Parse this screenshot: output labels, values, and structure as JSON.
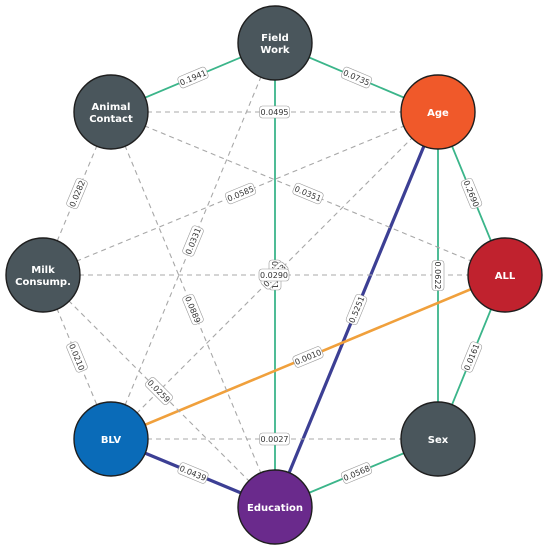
{
  "nodes": [
    {
      "id": "field_work",
      "lines": [
        "Field",
        "Work"
      ],
      "color": "#4a565c"
    },
    {
      "id": "age",
      "lines": [
        "Age"
      ],
      "color": "#f0592a"
    },
    {
      "id": "all",
      "lines": [
        "ALL"
      ],
      "color": "#c0222e"
    },
    {
      "id": "sex",
      "lines": [
        "Sex"
      ],
      "color": "#4a565c"
    },
    {
      "id": "education",
      "lines": [
        "Education"
      ],
      "color": "#6a2a8c"
    },
    {
      "id": "blv",
      "lines": [
        "BLV"
      ],
      "color": "#0a6bb8"
    },
    {
      "id": "milk",
      "lines": [
        "Milk",
        "Consump."
      ],
      "color": "#4a565c"
    },
    {
      "id": "animal",
      "lines": [
        "Animal",
        "Contact"
      ],
      "color": "#4a565c"
    }
  ],
  "edges": [
    {
      "from": "animal",
      "to": "field_work",
      "value": "0.1941",
      "style": "green"
    },
    {
      "from": "field_work",
      "to": "age",
      "value": "0.0735",
      "style": "green"
    },
    {
      "from": "field_work",
      "to": "education",
      "value": "0.0061",
      "style": "green"
    },
    {
      "from": "age",
      "to": "all",
      "value": "0.2690",
      "style": "green"
    },
    {
      "from": "age",
      "to": "sex",
      "value": "0.0622",
      "style": "green"
    },
    {
      "from": "all",
      "to": "sex",
      "value": "0.0161",
      "style": "green"
    },
    {
      "from": "sex",
      "to": "education",
      "value": "0.0568",
      "style": "green"
    },
    {
      "from": "age",
      "to": "education",
      "value": "0.5251",
      "style": "navy"
    },
    {
      "from": "education",
      "to": "blv",
      "value": "0.0439",
      "style": "navy"
    },
    {
      "from": "blv",
      "to": "all",
      "value": "0.0010",
      "style": "orange"
    },
    {
      "from": "animal",
      "to": "age",
      "value": "0.0495",
      "style": "dashed"
    },
    {
      "from": "animal",
      "to": "all",
      "value": "0.0351",
      "style": "dashed"
    },
    {
      "from": "animal",
      "to": "milk",
      "value": "0.0282",
      "style": "dashed"
    },
    {
      "from": "animal",
      "to": "education",
      "value": "0.0889",
      "style": "dashed"
    },
    {
      "from": "field_work",
      "to": "blv",
      "value": "0.0331",
      "style": "dashed"
    },
    {
      "from": "milk",
      "to": "age",
      "value": "0.0585",
      "style": "dashed"
    },
    {
      "from": "blv",
      "to": "age",
      "value": "0.0273",
      "style": "dashed"
    },
    {
      "from": "milk",
      "to": "all",
      "value": "0.0290",
      "style": "dashed"
    },
    {
      "from": "milk",
      "to": "blv",
      "value": "0.0210",
      "style": "dashed"
    },
    {
      "from": "milk",
      "to": "education",
      "value": "0.0259",
      "style": "dashed"
    },
    {
      "from": "blv",
      "to": "sex",
      "value": "0.0027",
      "style": "dashed"
    }
  ],
  "edge_colors": {
    "green": "#3bb58a",
    "navy": "#3c3f94",
    "orange": "#f0a03c",
    "dashed": "#a8a8a8"
  }
}
